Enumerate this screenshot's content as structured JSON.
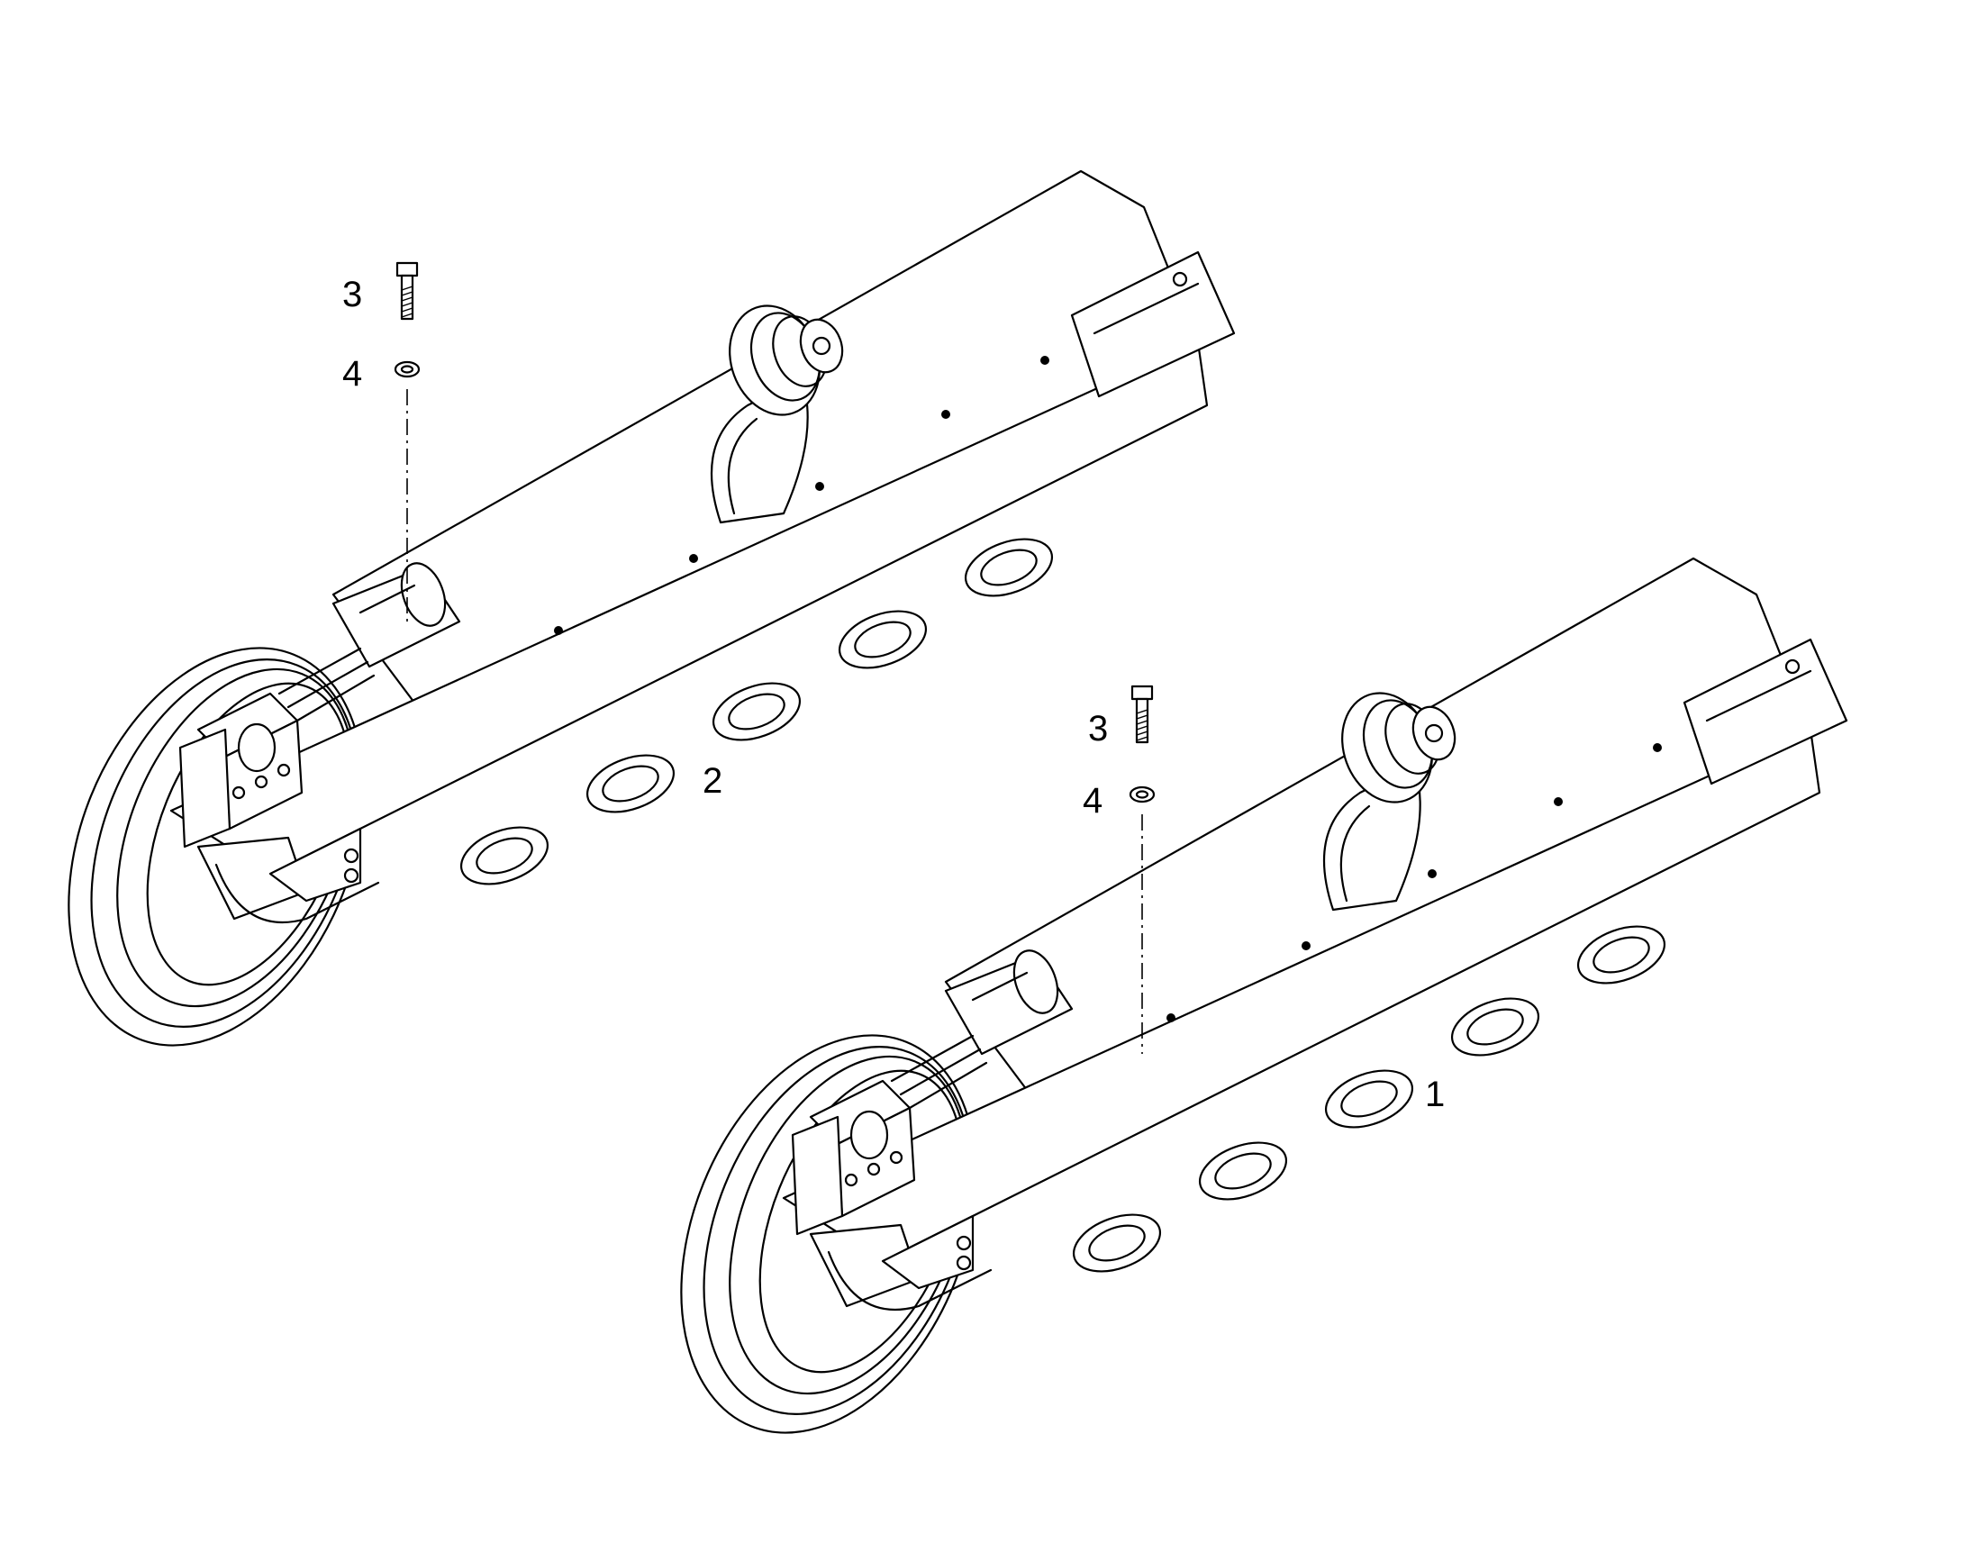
{
  "figure": {
    "kind": "exploded parts diagram",
    "assemblies": [
      {
        "id": "assembly-2",
        "callout": "2"
      },
      {
        "id": "assembly-1",
        "callout": "1"
      }
    ],
    "parts": [
      {
        "id": "bolt",
        "callout": "3",
        "icon": "bolt-icon"
      },
      {
        "id": "washer",
        "callout": "4",
        "icon": "washer-icon"
      }
    ]
  }
}
